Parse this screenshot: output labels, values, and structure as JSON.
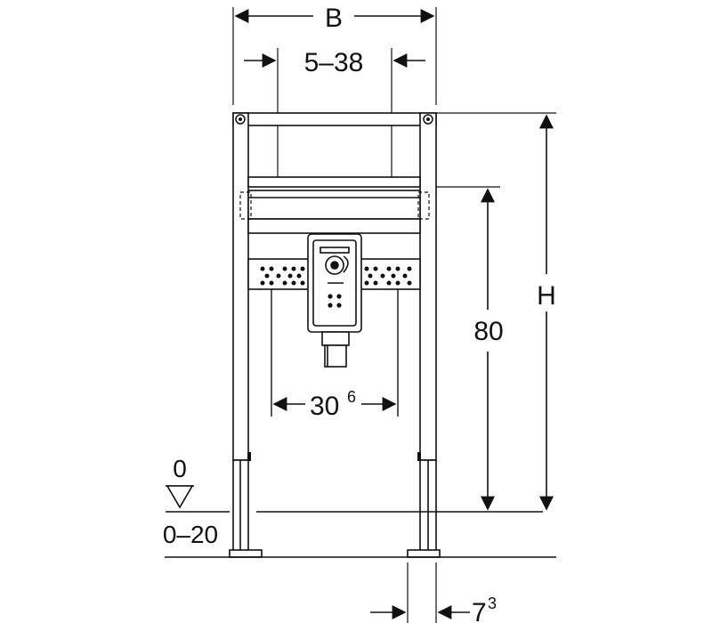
{
  "dimensions": {
    "width_label": "B",
    "connection_range": "5–38",
    "frame_height_label": "H",
    "vertical_80": "80",
    "horizontal_30_base": "30",
    "horizontal_30_sup": "6",
    "floor_zero": "0",
    "floor_range": "0–20",
    "foot_base": "7",
    "foot_sup": "3"
  },
  "colors": {
    "line": "#111111",
    "fill_light": "#ffffff",
    "fill_dark": "#222222",
    "fill_grey": "#dcdcdc"
  }
}
